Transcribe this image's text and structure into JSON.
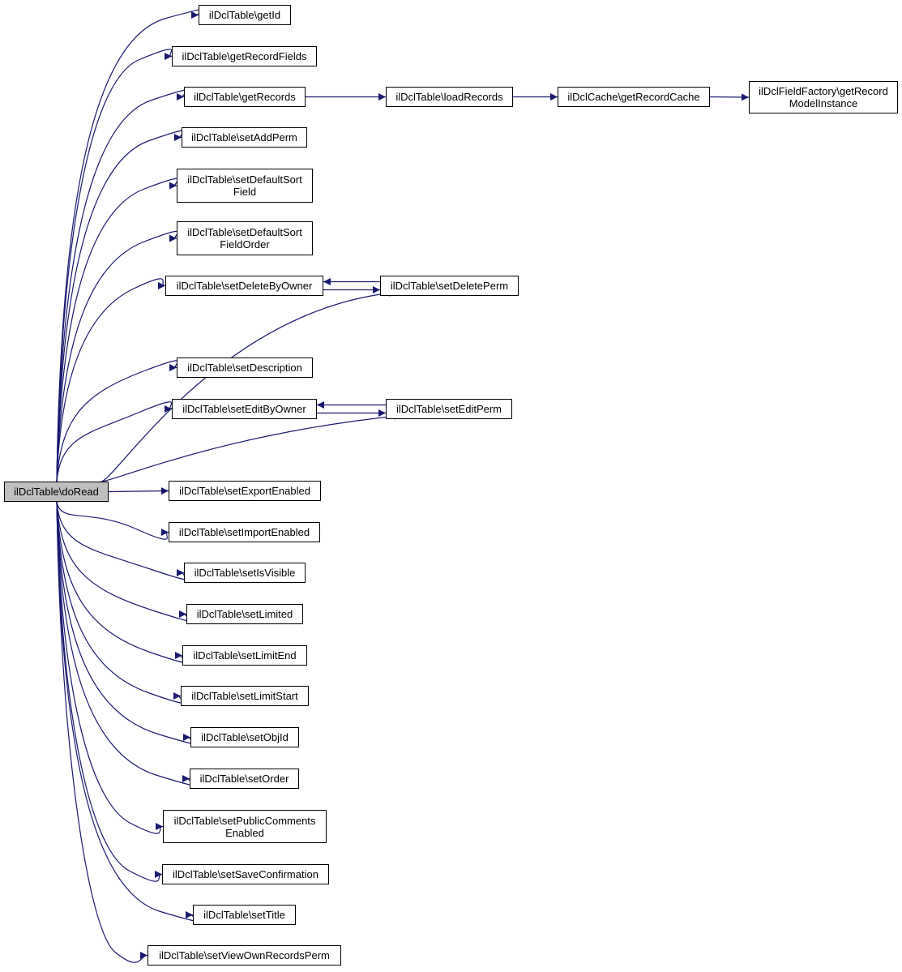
{
  "colors": {
    "edge": "#191970",
    "node_border": "#000000",
    "node_fill": "#ffffff",
    "root_fill": "#bfbfbf"
  },
  "nodes": {
    "doRead": "ilDclTable\\doRead",
    "getId": "ilDclTable\\getId",
    "getRecordFields": "ilDclTable\\getRecordFields",
    "getRecords": "ilDclTable\\getRecords",
    "loadRecords": "ilDclTable\\loadRecords",
    "getRecordCache": "ilDclCache\\getRecordCache",
    "getRecordModelInstance": "ilDclFieldFactory\\getRecord\nModelInstance",
    "setAddPerm": "ilDclTable\\setAddPerm",
    "setDefaultSortField": "ilDclTable\\setDefaultSort\nField",
    "setDefaultSortFieldOrder": "ilDclTable\\setDefaultSort\nFieldOrder",
    "setDeleteByOwner": "ilDclTable\\setDeleteByOwner",
    "setDeletePerm": "ilDclTable\\setDeletePerm",
    "setDescription": "ilDclTable\\setDescription",
    "setEditByOwner": "ilDclTable\\setEditByOwner",
    "setEditPerm": "ilDclTable\\setEditPerm",
    "setExportEnabled": "ilDclTable\\setExportEnabled",
    "setImportEnabled": "ilDclTable\\setImportEnabled",
    "setIsVisible": "ilDclTable\\setIsVisible",
    "setLimited": "ilDclTable\\setLimited",
    "setLimitEnd": "ilDclTable\\setLimitEnd",
    "setLimitStart": "ilDclTable\\setLimitStart",
    "setObjId": "ilDclTable\\setObjId",
    "setOrder": "ilDclTable\\setOrder",
    "setPublicCommentsEnabled": "ilDclTable\\setPublicComments\nEnabled",
    "setSaveConfirmation": "ilDclTable\\setSaveConfirmation",
    "setTitle": "ilDclTable\\setTitle",
    "setViewOwnRecordsPerm": "ilDclTable\\setViewOwnRecordsPerm"
  },
  "edges": [
    {
      "from": "doRead",
      "to": "getId"
    },
    {
      "from": "doRead",
      "to": "getRecordFields"
    },
    {
      "from": "doRead",
      "to": "getRecords"
    },
    {
      "from": "getRecords",
      "to": "loadRecords"
    },
    {
      "from": "loadRecords",
      "to": "getRecordCache"
    },
    {
      "from": "getRecordCache",
      "to": "getRecordModelInstance"
    },
    {
      "from": "doRead",
      "to": "setAddPerm"
    },
    {
      "from": "doRead",
      "to": "setDefaultSortField"
    },
    {
      "from": "doRead",
      "to": "setDefaultSortFieldOrder"
    },
    {
      "from": "doRead",
      "to": "setDeleteByOwner"
    },
    {
      "from": "doRead",
      "to": "setDeletePerm"
    },
    {
      "from": "setDeleteByOwner",
      "to": "setDeletePerm"
    },
    {
      "from": "setDeletePerm",
      "to": "setDeleteByOwner"
    },
    {
      "from": "doRead",
      "to": "setDescription"
    },
    {
      "from": "doRead",
      "to": "setEditByOwner"
    },
    {
      "from": "doRead",
      "to": "setEditPerm"
    },
    {
      "from": "setEditByOwner",
      "to": "setEditPerm"
    },
    {
      "from": "setEditPerm",
      "to": "setEditByOwner"
    },
    {
      "from": "doRead",
      "to": "setExportEnabled"
    },
    {
      "from": "doRead",
      "to": "setImportEnabled"
    },
    {
      "from": "doRead",
      "to": "setIsVisible"
    },
    {
      "from": "doRead",
      "to": "setLimited"
    },
    {
      "from": "doRead",
      "to": "setLimitEnd"
    },
    {
      "from": "doRead",
      "to": "setLimitStart"
    },
    {
      "from": "doRead",
      "to": "setObjId"
    },
    {
      "from": "doRead",
      "to": "setOrder"
    },
    {
      "from": "doRead",
      "to": "setPublicCommentsEnabled"
    },
    {
      "from": "doRead",
      "to": "setSaveConfirmation"
    },
    {
      "from": "doRead",
      "to": "setTitle"
    },
    {
      "from": "doRead",
      "to": "setViewOwnRecordsPerm"
    }
  ]
}
